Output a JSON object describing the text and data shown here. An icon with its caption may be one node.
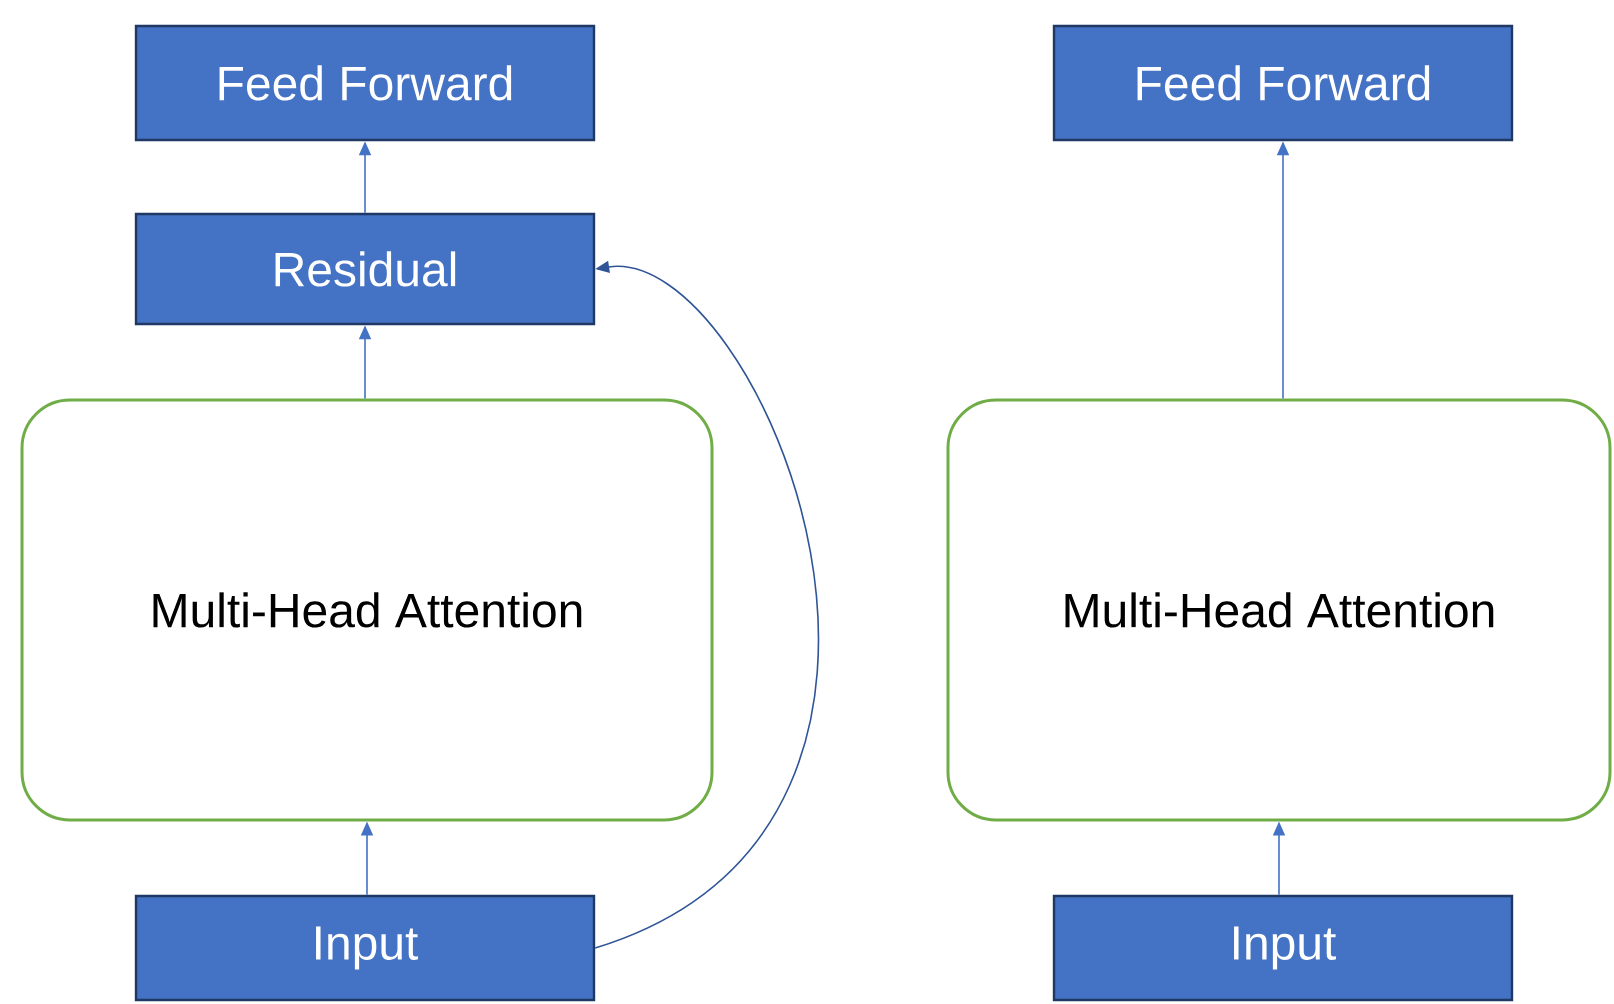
{
  "diagram": {
    "nodes": [
      {
        "text": [
          "Feed Forward"
        ]
      },
      {
        "text": [
          "Residual"
        ]
      },
      {
        "text": [
          "Multi-Head Attention"
        ]
      },
      {
        "text": [
          "Input"
        ]
      },
      {
        "text": [
          "Feed Forward"
        ]
      },
      {
        "text": [
          "Multi-Head Attention"
        ]
      },
      {
        "text": [
          "Input"
        ]
      }
    ],
    "edges": [
      {
        "from": 3,
        "to": 2,
        "arrow": "to"
      },
      {
        "from": 2,
        "to": 1,
        "arrow": "to"
      },
      {
        "from": 1,
        "to": 0,
        "arrow": "to"
      },
      {
        "from": 3,
        "to": 1,
        "arrow": "to"
      },
      {
        "from": 6,
        "to": 5,
        "arrow": "to"
      },
      {
        "from": 5,
        "to": 4,
        "arrow": "to"
      }
    ]
  }
}
